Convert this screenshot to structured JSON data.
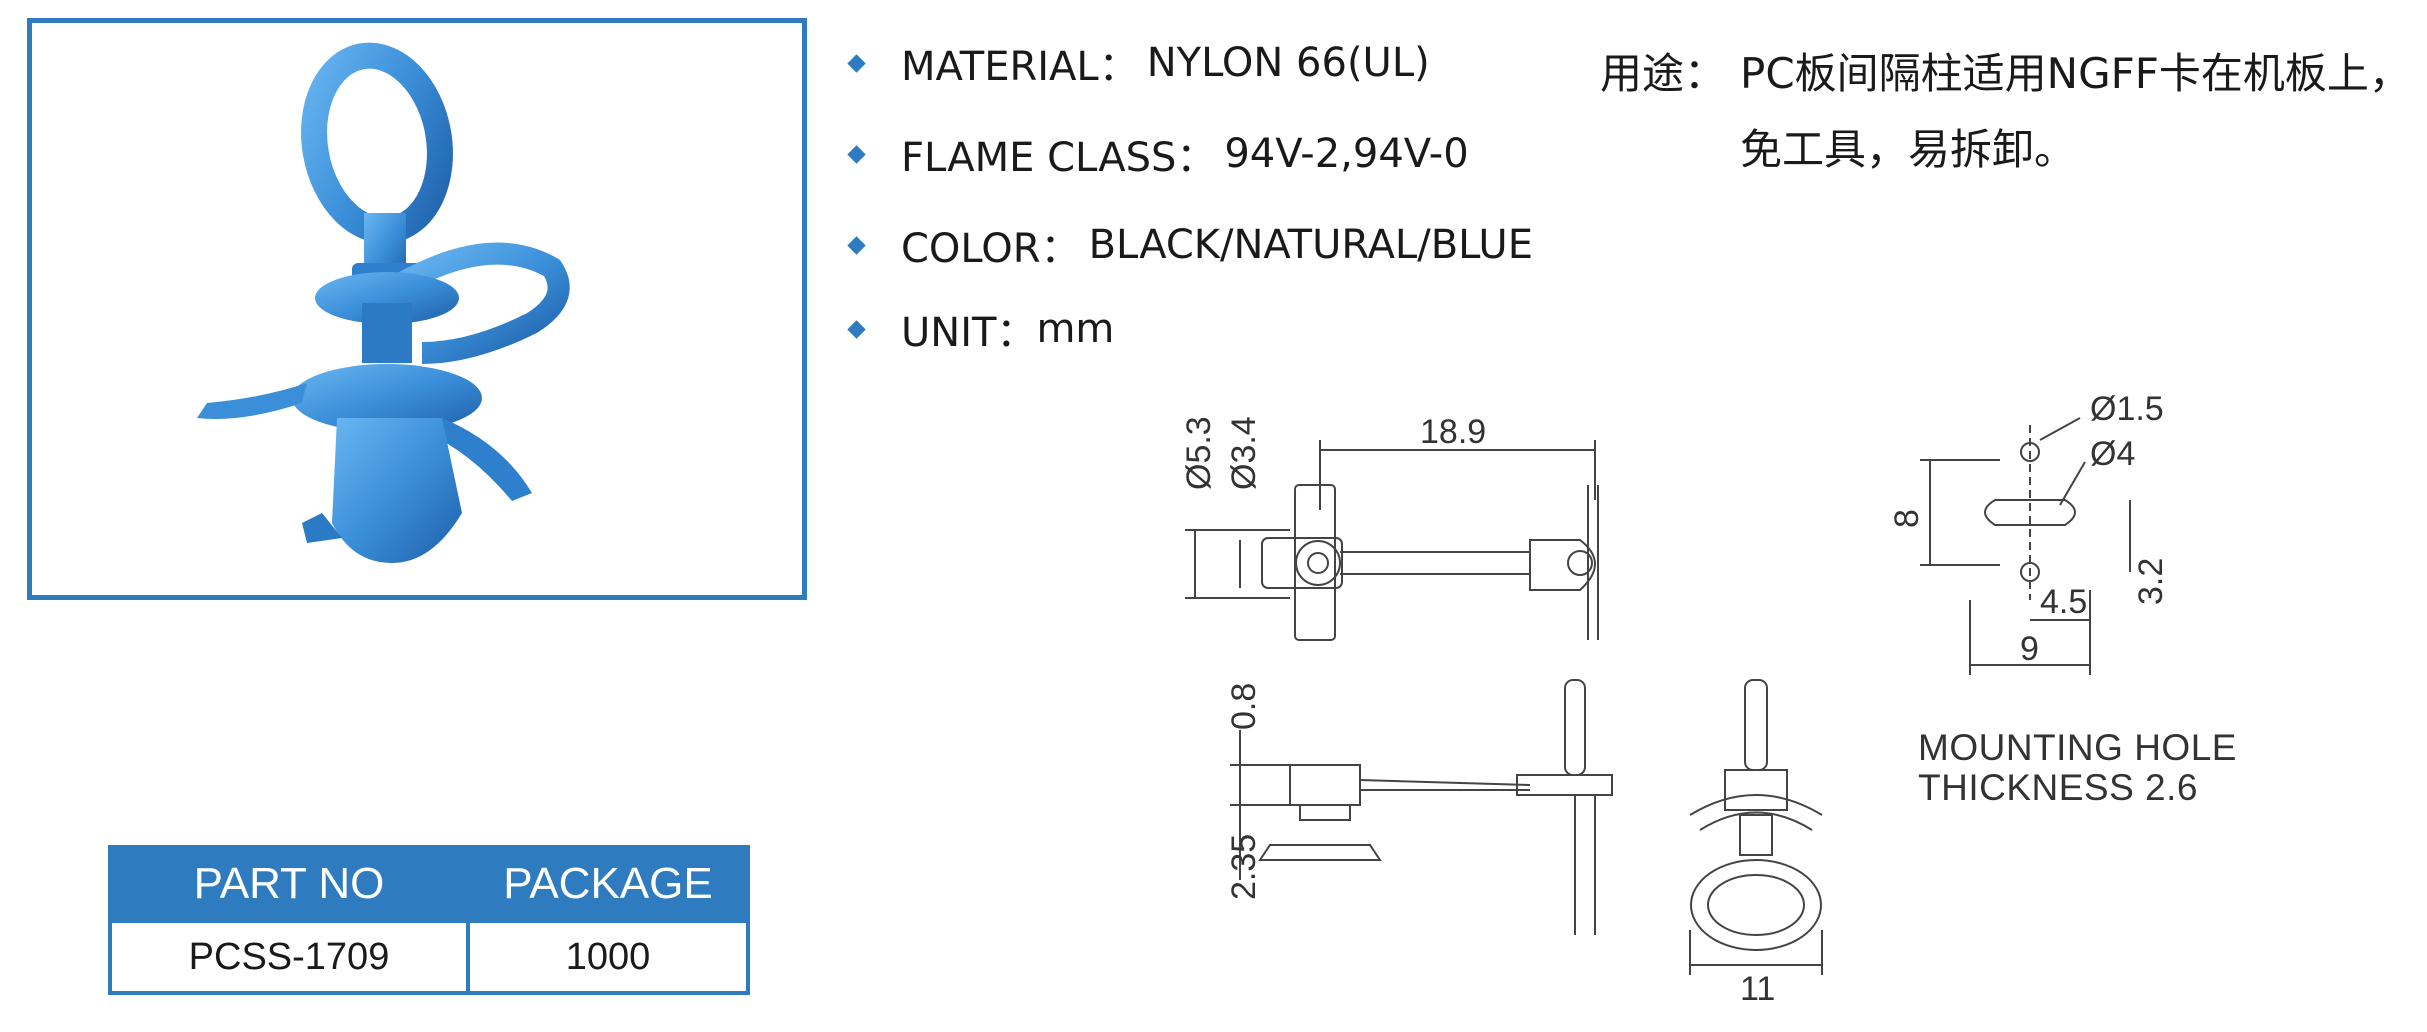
{
  "specs": [
    {
      "label": "MATERIAL：",
      "value": "NYLON 66(UL)"
    },
    {
      "label": "FLAME CLASS：",
      "value": "94V-2,94V-0"
    },
    {
      "label": "COLOR：",
      "value": "BLACK/NATURAL/BLUE"
    },
    {
      "label": "UNIT：",
      "value": "mm"
    }
  ],
  "usage": {
    "label": "用途：",
    "text": "PC板间隔柱适用NGFF卡在机板上，免工具，易拆卸。"
  },
  "parts_table": {
    "headers": [
      "PART NO",
      "PACKAGE"
    ],
    "rows": [
      [
        "PCSS-1709",
        "1000"
      ]
    ]
  },
  "dimensions": {
    "d53": "Ø5.3",
    "d34": "Ø3.4",
    "len189": "18.9",
    "d15": "Ø1.5",
    "d4": "Ø4",
    "h8": "8",
    "h32": "3.2",
    "w45": "4.5",
    "w9": "9",
    "t08": "0.8",
    "t235": "2.35",
    "w11": "11"
  },
  "mounting_note": {
    "line1": "MOUNTING HOLE",
    "line2": "THICKNESS 2.6"
  },
  "colors": {
    "accent": "#2f7bbf",
    "product": "#3b8fd9"
  },
  "product_photo": "blue nylon PCB spacer with ring pull handle"
}
